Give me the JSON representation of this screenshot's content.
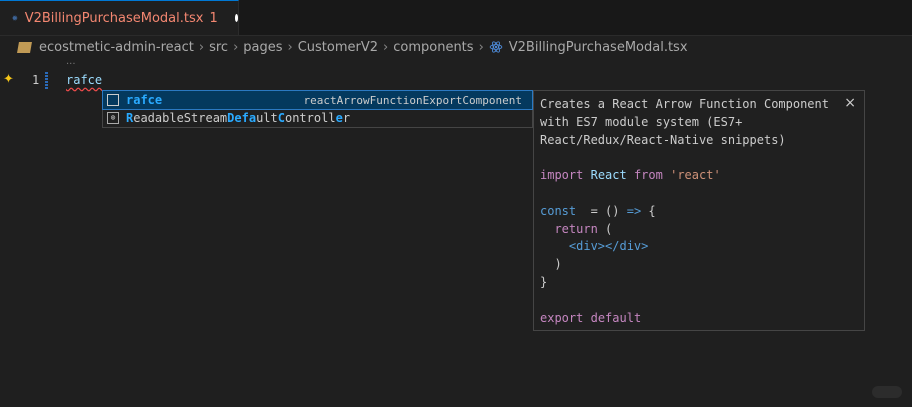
{
  "tab": {
    "title": "V2BillingPurchaseModal.tsx",
    "problem_count": "1",
    "icon": "react-icon",
    "modified": true
  },
  "breadcrumb": [
    "ecostmetic-admin-react",
    "src",
    "pages",
    "CustomerV2",
    "components",
    "V2BillingPurchaseModal.tsx"
  ],
  "editor": {
    "line_number": "1",
    "code": "rafce",
    "ellipsis": "..."
  },
  "suggestions": [
    {
      "pre": "",
      "hl": "rafce",
      "rest": "",
      "detail": "reactArrowFunctionExportComponent",
      "icon": "snippet-icon"
    },
    {
      "label_parts": [
        "R",
        "eadableStream",
        "De",
        "fa",
        "ult",
        "C",
        "ontrol",
        "l",
        "e",
        "r"
      ],
      "icon": "class-icon"
    }
  ],
  "docs": {
    "description": "Creates a React Arrow Function Component with ES7 module system (ES7+ React/Redux/React-Native snippets)",
    "close": "×",
    "code": {
      "l1": [
        "import",
        "React",
        "from",
        "'react'"
      ],
      "l2": [
        "const",
        "= ()",
        "=>",
        "{"
      ],
      "l3": [
        "return",
        "("
      ],
      "l4": [
        "<div></div>"
      ],
      "l5": [
        ")"
      ],
      "l6": [
        "}"
      ],
      "l7": [
        "export",
        "default"
      ]
    }
  },
  "colors": {
    "accent": "#0078d4",
    "error": "#f48771",
    "selection": "#04395e",
    "match": "#2aaaff"
  }
}
